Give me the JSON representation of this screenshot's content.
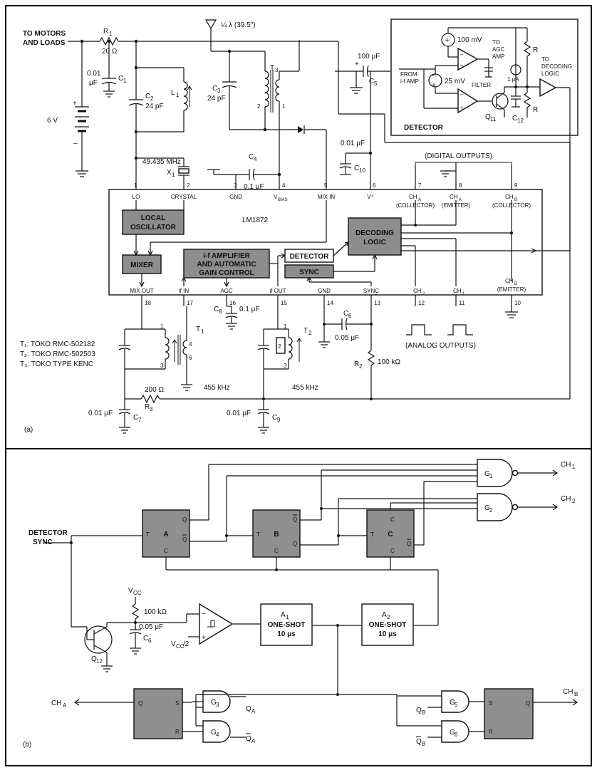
{
  "panel_a": {
    "caption": "(a)",
    "chip_name": "LM1872",
    "labels": {
      "motors": [
        "TO MOTORS",
        "AND LOADS"
      ],
      "antenna": "¼ λ (39.5\")",
      "battery": "6 V",
      "r1_name": "R",
      "r1_sub": "1",
      "r1_value": "20 Ω",
      "c1_value": [
        "0.01",
        "μF"
      ],
      "c1_name": "C",
      "c1_sub": "1",
      "c2_name": "C",
      "c2_sub": "2",
      "c2_value": "24 pF",
      "l1_name": "L",
      "l1_sub": "1",
      "c3_name": "C",
      "c3_sub": "3",
      "c3_value": "24 pF",
      "t3_name": "T",
      "t3_sub": "3",
      "c5_value": "100 μF",
      "c5_name": "C",
      "c5_sub": "5",
      "crystal_freq": "49.435 MHz",
      "x1_name": "X",
      "x1_sub": "1",
      "c4_name": "C",
      "c4_sub": "4",
      "c4_value": "0.1 μF",
      "c10_value": "0.01 μF",
      "c10_name": "C",
      "c10_sub": "10",
      "digital_outputs": "(DIGITAL OUTPUTS)",
      "analog_outputs": "(ANALOG OUTPUTS)",
      "c8_name": "C",
      "c8_sub": "8",
      "c8_value": "0.1 μF",
      "c6_name": "C",
      "c6_sub": "6",
      "c6_value": "0.05 μF",
      "r2_name": "R",
      "r2_sub": "2",
      "r2_value": "100 kΩ",
      "t1_name": "T",
      "t1_sub": "1",
      "t2_name": "T",
      "t2_sub": "2",
      "if_freq_1": "455 kHz",
      "if_freq_2": "455 kHz",
      "r3_value": "200 Ω",
      "r3_name": "R",
      "r3_sub": "3",
      "c7_value": "0.01 μF",
      "c7_name": "C",
      "c7_sub": "7",
      "c9_value": "0.01 μF",
      "c9_name": "C",
      "c9_sub": "9"
    },
    "transformers": [
      "T₁: TOKO RMC-502182",
      "T₂: TOKO RMC-502503",
      "T₃: TOKO TYPE KENC"
    ],
    "pins_top": [
      {
        "num": "1",
        "name": "LO"
      },
      {
        "num": "2",
        "name": "CRYSTAL"
      },
      {
        "num": "3",
        "name": "GND"
      },
      {
        "num": "4",
        "name": "V"
      },
      {
        "num": "5",
        "name": "MIX IN"
      },
      {
        "num": "6",
        "name": "V⁺"
      },
      {
        "num": "7",
        "name": "CH"
      },
      {
        "num": "8",
        "name": "CH"
      },
      {
        "num": "9",
        "name": "CH"
      }
    ],
    "pin_subs": {
      "p4": "BIAS",
      "p7": "A",
      "p8": "A",
      "p9": "B"
    },
    "pin_notes": {
      "p7": "(COLLECTOR)",
      "p8": "(EMITTER)",
      "p9": "(COLLECTOR)"
    },
    "pins_bottom": [
      {
        "num": "18",
        "name": "MIX OUT"
      },
      {
        "num": "17",
        "name": "if IN"
      },
      {
        "num": "16",
        "name": "AGC"
      },
      {
        "num": "15",
        "name": "if OUT"
      },
      {
        "num": "14",
        "name": "GND"
      },
      {
        "num": "13",
        "name": "SYNC"
      },
      {
        "num": "12",
        "name": "CH"
      },
      {
        "num": "11",
        "name": "CH"
      },
      {
        "num": "10",
        "name": "CH"
      }
    ],
    "pin_bottom_subs": {
      "p12": "2",
      "p11": "1",
      "p10": "B"
    },
    "pin10_note": "(EMITTER)",
    "blocks": {
      "local_osc": [
        "LOCAL",
        "OSCILLATOR"
      ],
      "mixer": "MIXER",
      "if_amp": [
        "i-f AMPLIFIER",
        "AND AUTOMATIC",
        "GAIN CONTROL"
      ],
      "detector": "DETECTOR",
      "sync": "SYNC",
      "decoding": [
        "DECODING",
        "LOGIC"
      ]
    },
    "coil_pins": {
      "t1": [
        "1",
        "3",
        "4",
        "6"
      ],
      "t2": [
        "1",
        "2",
        "3"
      ],
      "t3": [
        "2",
        "1"
      ]
    }
  },
  "detector_inset": {
    "title": "DETECTOR",
    "v100": "100 mV",
    "v25": "25 mV",
    "to_agc": [
      "TO",
      "AGC",
      "AMP"
    ],
    "from_if": [
      "FROM",
      "i-f AMP"
    ],
    "filter": "FILTER",
    "current": "1 μA",
    "to_decoding": [
      "TO",
      "DECODING",
      "LOGIC"
    ],
    "r_top": "R",
    "r_bottom": "R",
    "q11": "Q",
    "q11_sub": "11",
    "c12": "C",
    "c12_sub": "12"
  },
  "panel_b": {
    "caption": "(b)",
    "input": [
      "DETECTOR",
      "SYNC"
    ],
    "vcc": "V",
    "vcc_sub": "CC",
    "vcc2": "V",
    "vcc2_sub": "CC",
    "vcc2_tail": "/2",
    "r_value": "100 kΩ",
    "c_value": "0.05 μF",
    "c_name": "C",
    "c_sub": "6",
    "q12": "Q",
    "q12_sub": "12",
    "flipflops": [
      {
        "name": "A",
        "t": "T",
        "q": "Q",
        "qbar": "Q",
        "c": "C"
      },
      {
        "name": "B",
        "t": "T",
        "q": "Q",
        "qbar": "Q",
        "c": "C"
      },
      {
        "name": "C",
        "t": "T",
        "q": "Q",
        "qbar": "Q",
        "c": "C"
      }
    ],
    "gates": [
      "G",
      "G",
      "G",
      "G",
      "G",
      "G"
    ],
    "gate_subs": [
      "1",
      "2",
      "3",
      "4",
      "5",
      "6"
    ],
    "outputs": {
      "ch1": "CH",
      "ch1_sub": "1",
      "ch2": "CH",
      "ch2_sub": "2",
      "cha": "CH",
      "cha_sub": "A",
      "chb": "CH",
      "chb_sub": "B"
    },
    "one_shots": [
      {
        "name": "A",
        "sub": "1",
        "label": "ONE-SHOT",
        "time": "10 μs"
      },
      {
        "name": "A",
        "sub": "2",
        "label": "ONE-SHOT",
        "time": "10 μs"
      }
    ],
    "rs": {
      "q": "Q",
      "s": "S",
      "r": "R"
    },
    "gate_inputs": {
      "qa": "Q",
      "qa_sub": "A",
      "qab": "Q",
      "qab_sub": "A",
      "qb": "Q",
      "qb_sub": "B",
      "qbb": "Q",
      "qbb_sub": "B"
    }
  }
}
